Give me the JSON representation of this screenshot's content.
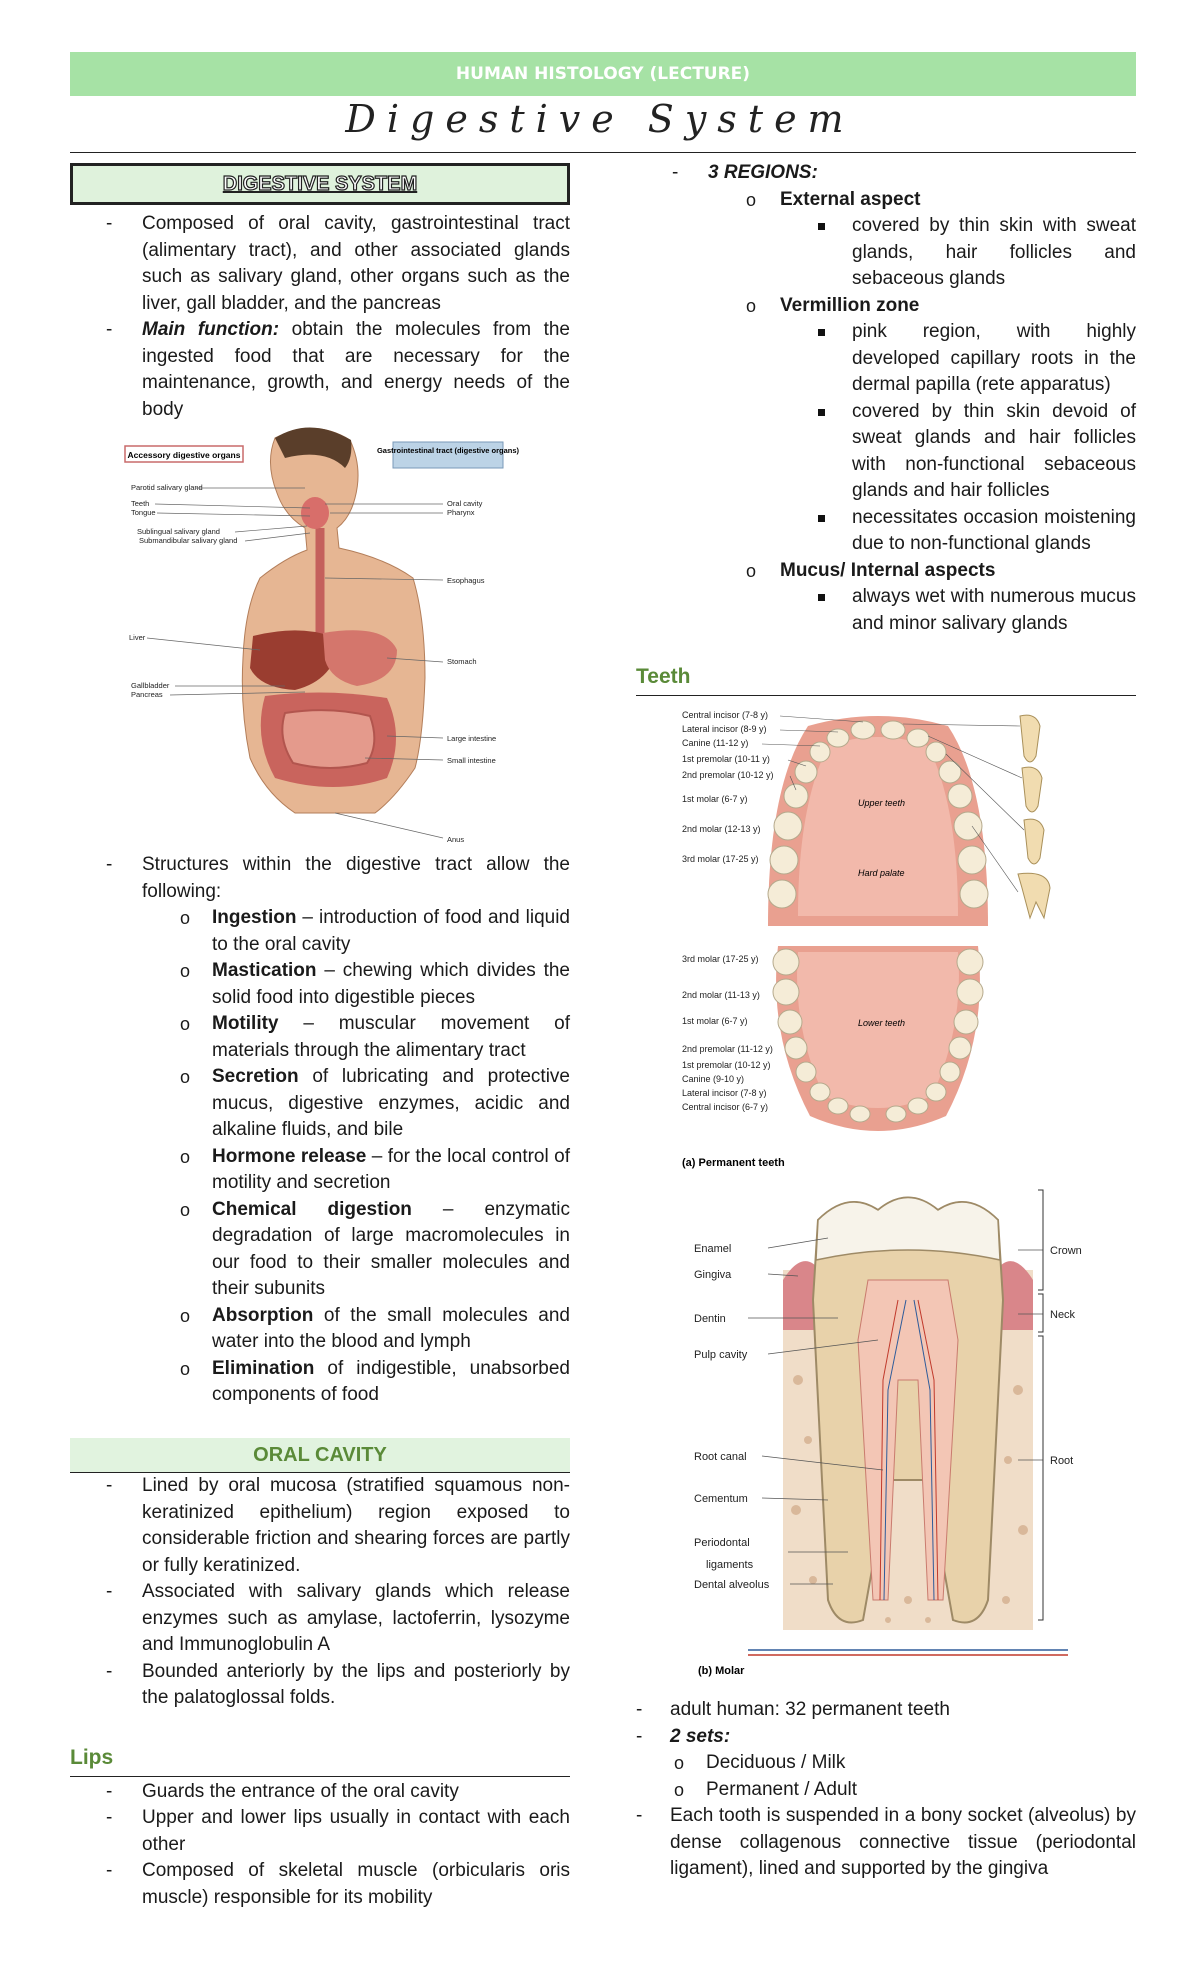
{
  "header": "HUMAN HISTOLOGY (LECTURE)",
  "title": "Digestive System",
  "left": {
    "section_title": "DIGESTIVE SYSTEM",
    "intro": [
      "Composed of oral cavity, gastrointestinal tract (alimentary tract), and other associated glands such as salivary gland, other organs such as the liver, gall bladder, and the pancreas"
    ],
    "main_function_label": "Main function:",
    "main_function_text": " obtain the molecules from the ingested food that are necessary for the maintenance, growth, and energy needs of the body",
    "figure": {
      "left_box": "Accessory digestive organs",
      "right_box": "Gastrointestinal tract (digestive organs)",
      "left_labels": [
        "Parotid salivary gland",
        "Teeth",
        "Tongue",
        "Sublingual salivary gland",
        "Submandibular salivary gland",
        "Liver",
        "Gallbladder",
        "Pancreas"
      ],
      "right_labels": [
        "Oral cavity",
        "Pharynx",
        "Esophagus",
        "Stomach",
        "Large intestine",
        "Small intestine",
        "Anus"
      ]
    },
    "structures_intro": "Structures within the digestive tract allow the following:",
    "functions": [
      {
        "term": "Ingestion",
        "text": " – introduction of food and liquid to the oral cavity"
      },
      {
        "term": "Mastication",
        "text": " – chewing which divides the solid food into digestible pieces"
      },
      {
        "term": "Motility",
        "text": " – muscular movement of materials through the alimentary tract"
      },
      {
        "term": "Secretion",
        "text": " of lubricating and protective mucus, digestive enzymes, acidic and alkaline fluids, and bile"
      },
      {
        "term": "Hormone release",
        "text": " – for the local control of motility and secretion"
      },
      {
        "term": "Chemical digestion",
        "text": " – enzymatic degradation of large macromolecules in our food to their smaller molecules and their subunits"
      },
      {
        "term": "Absorption",
        "text": " of the small molecules and water into the blood and lymph"
      },
      {
        "term": "Elimination",
        "text": " of indigestible, unabsorbed components of food"
      }
    ],
    "oral_title": "ORAL CAVITY",
    "oral": [
      "Lined by oral mucosa (stratified squamous non-keratinized epithelium) region exposed to considerable friction and shearing forces are partly or fully keratinized.",
      "Associated with salivary glands which release enzymes such as amylase, lactoferrin, lysozyme and Immunoglobulin A",
      "Bounded anteriorly by the lips and posteriorly by the palatoglossal folds."
    ],
    "lips_title": "Lips",
    "lips": [
      "Guards the entrance of the oral cavity",
      "Upper and lower lips usually in contact with each other",
      "Composed of skeletal muscle (orbicularis oris muscle) responsible for its mobility"
    ]
  },
  "right": {
    "regions_label": "3 REGIONS:",
    "external_label": "External aspect",
    "external": [
      "covered by thin skin with sweat glands, hair follicles and sebaceous glands"
    ],
    "vermillion_label": "Vermillion zone",
    "vermillion": [
      "pink region, with highly developed capillary roots in the dermal papilla (rete apparatus)",
      "covered by thin skin devoid of sweat glands and hair follicles with non-functional sebaceous glands and hair follicles",
      "necessitates occasion moistening due to non-functional glands"
    ],
    "mucus_label": "Mucus/ Internal aspects",
    "mucus": [
      "always wet with numerous mucus and minor salivary glands"
    ],
    "teeth_title": "Teeth",
    "upper_labels": [
      "Central incisor (7-8 y)",
      "Lateral incisor (8-9 y)",
      "Canine (11-12 y)",
      "1st premolar (10-11 y)",
      "2nd premolar (10-12 y)",
      "1st molar (6-7 y)",
      "2nd molar (12-13 y)",
      "3rd molar (17-25 y)"
    ],
    "upper_teeth_label": "Upper teeth",
    "hard_palate_label": "Hard palate",
    "lower_labels": [
      "3rd molar (17-25 y)",
      "2nd molar (11-13 y)",
      "1st molar (6-7 y)",
      "2nd premolar (11-12 y)",
      "1st premolar (10-12 y)",
      "Canine (9-10 y)",
      "Lateral incisor (7-8 y)",
      "Central incisor (6-7 y)"
    ],
    "lower_teeth_label": "Lower teeth",
    "caption_a": "(a) Permanent teeth",
    "molar_left": [
      "Enamel",
      "Gingiva",
      "Dentin",
      "Pulp cavity",
      "Root canal",
      "Cementum",
      "Periodontal",
      "ligaments",
      "Dental alveolus"
    ],
    "molar_right": [
      "Crown",
      "Neck",
      "Root"
    ],
    "caption_b": "(b) Molar",
    "adult": "adult human: 32 permanent teeth",
    "sets_label": "2 sets:",
    "sets": [
      "Deciduous / Milk",
      "Permanent / Adult"
    ],
    "socket": "Each tooth is suspended in a bony socket (alveolus) by dense collagenous connective tissue (periodontal ligament), lined and supported by the gingiva"
  },
  "colors": {
    "header_green": "#a6e2a5",
    "section_green": "#5a8a38",
    "tint": "#e1f3df"
  }
}
